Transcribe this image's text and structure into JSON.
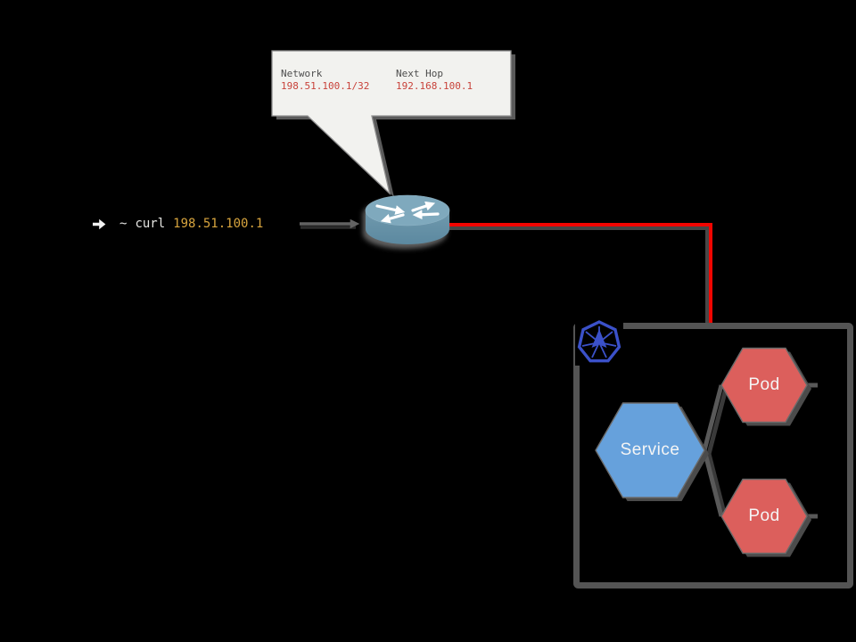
{
  "scene": {
    "background": "#000000"
  },
  "terminal": {
    "prompt_icon": "arrow-right",
    "path": "~",
    "command": "curl",
    "argument": "198.51.100.1",
    "text_color": "#e6e6e3",
    "argument_color": "#d7a43e"
  },
  "callout": {
    "bg": "#f2f2ef",
    "border_color": "#8f8f8f",
    "label_color": "#4d4d4d",
    "value_color": "#c8423a",
    "columns": [
      {
        "label": "Network",
        "value": "198.51.100.1/32"
      },
      {
        "label": "Next Hop",
        "value": "192.168.100.1"
      }
    ]
  },
  "router": {
    "icon": "router-icon",
    "top_color": "#7fa9bd",
    "side_color": "#6d99ae"
  },
  "link": {
    "color": "#f20500",
    "shadow_color": "#474747"
  },
  "cluster": {
    "border_color": "#545454",
    "logo_icon": "kubernetes-logo",
    "logo_color": "#3b51c9",
    "connector_color": "#595959",
    "label_color": "#f5f5f5",
    "nodes": [
      {
        "id": "service",
        "label": "Service",
        "fill": "#66a1dc"
      },
      {
        "id": "pod-1",
        "label": "Pod",
        "fill": "#dc5f5c"
      },
      {
        "id": "pod-2",
        "label": "Pod",
        "fill": "#dc5f5c"
      }
    ]
  }
}
